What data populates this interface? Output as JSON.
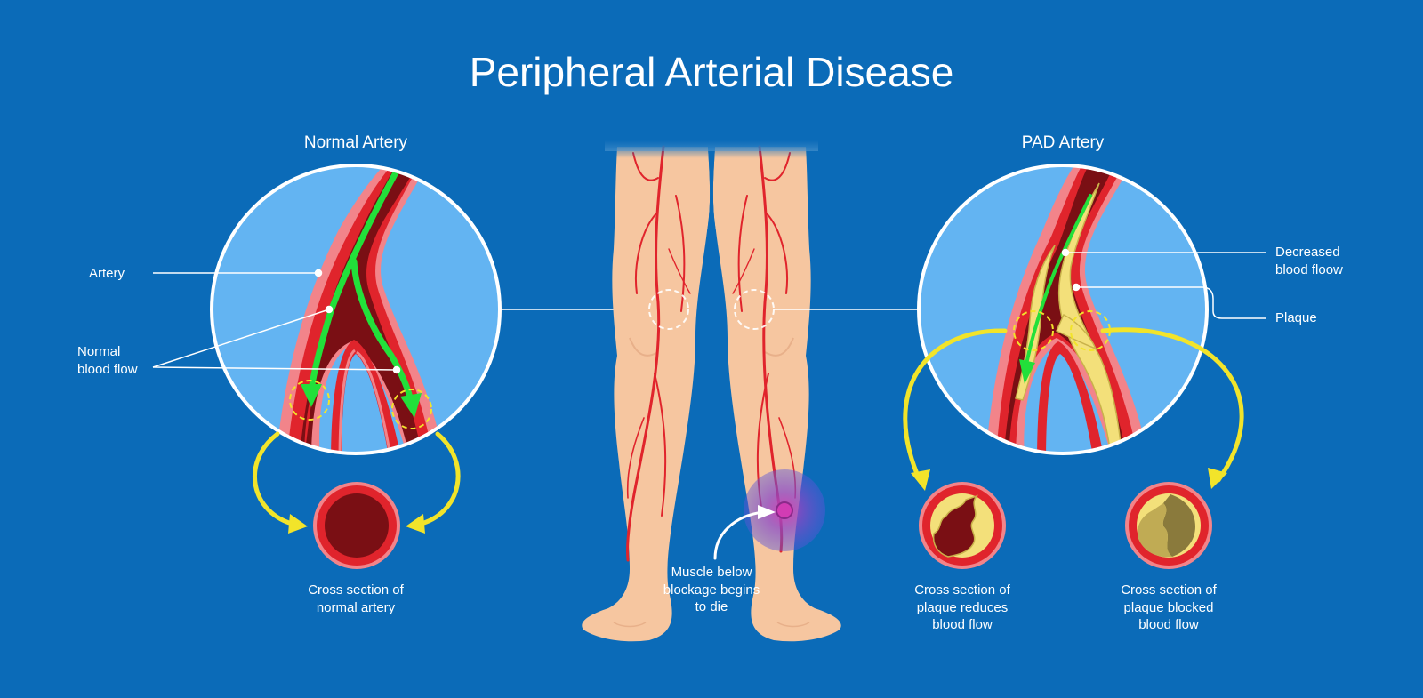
{
  "title": "Peripheral Arterial Disease",
  "normal": {
    "heading": "Normal Artery",
    "artery_label": "Artery",
    "flow_label": "Normal\nblood flow",
    "cross_section_label": "Cross section of\nnormal artery"
  },
  "legs": {
    "muscle_label": "Muscle below\nblockage begins\nto die"
  },
  "pad": {
    "heading": "PAD Artery",
    "decreased_label": "Decreased\nblood floow",
    "plaque_label": "Plaque",
    "cross_reduced_label": "Cross section of\nplaque reduces\nblood flow",
    "cross_blocked_label": "Cross section of\nplaque blocked\nblood flow"
  },
  "colors": {
    "background": "#0b6bb8",
    "artery_wall": "#e0242c",
    "blood": "#7a0f14",
    "flow_arrow": "#22e03a",
    "plaque": "#f3e07a",
    "callout_arrow": "#f2e42a",
    "skin": "#f6c6a0"
  }
}
